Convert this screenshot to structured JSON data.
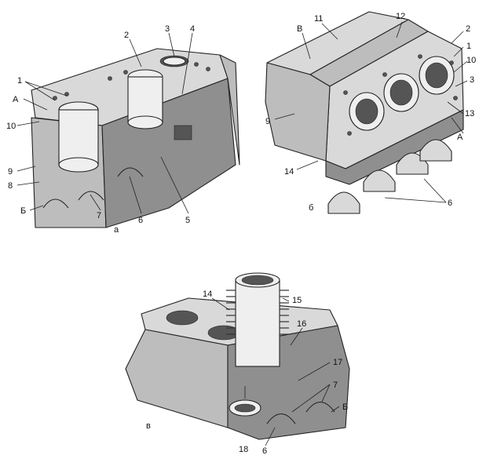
{
  "figures": [
    {
      "id": "a",
      "caption": "а",
      "callouts": [
        "1",
        "2",
        "3",
        "4",
        "А",
        "10",
        "9",
        "8",
        "Б",
        "7",
        "6",
        "5"
      ]
    },
    {
      "id": "b",
      "caption": "б",
      "callouts": [
        "В",
        "11",
        "12",
        "2",
        "1",
        "10",
        "3",
        "9",
        "13",
        "А",
        "14",
        "6"
      ]
    },
    {
      "id": "v",
      "caption": "в",
      "callouts": [
        "14",
        "15",
        "16",
        "17",
        "7",
        "Б",
        "18",
        "6"
      ]
    }
  ],
  "colors": {
    "ink": "#222222",
    "metal_light": "#d9d9d9",
    "metal_mid": "#bdbdbd",
    "metal_dark": "#8f8f8f"
  }
}
